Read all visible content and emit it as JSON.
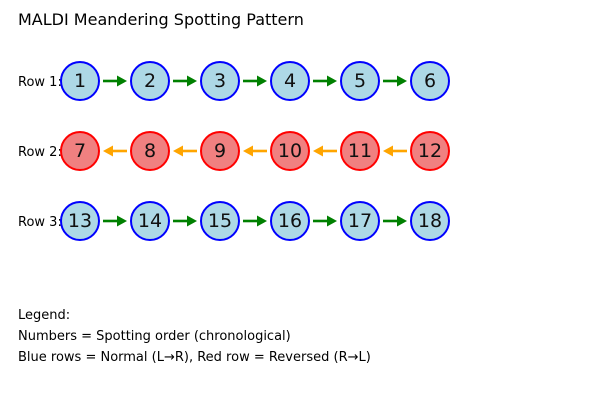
{
  "title": "MALDI Meandering Spotting Pattern",
  "colors": {
    "background": "#ffffff",
    "text": "#000000",
    "blue_fill": "#add8e6",
    "blue_border": "#0000ff",
    "red_fill": "#f08080",
    "red_border": "#ff0000",
    "arrow_right": "#008000",
    "arrow_left": "#ffa500"
  },
  "rows": [
    {
      "label": "Row 1:",
      "style": "blue",
      "direction": "right",
      "numbers": [
        "1",
        "2",
        "3",
        "4",
        "5",
        "6"
      ]
    },
    {
      "label": "Row 2:",
      "style": "red",
      "direction": "left",
      "numbers": [
        "7",
        "8",
        "9",
        "10",
        "11",
        "12"
      ]
    },
    {
      "label": "Row 3:",
      "style": "blue",
      "direction": "right",
      "numbers": [
        "13",
        "14",
        "15",
        "16",
        "17",
        "18"
      ]
    }
  ],
  "legend": {
    "heading": "Legend:",
    "lines": [
      "Numbers = Spotting order (chronological)",
      "Blue rows = Normal (L→R), Red row = Reversed (R→L)"
    ]
  }
}
